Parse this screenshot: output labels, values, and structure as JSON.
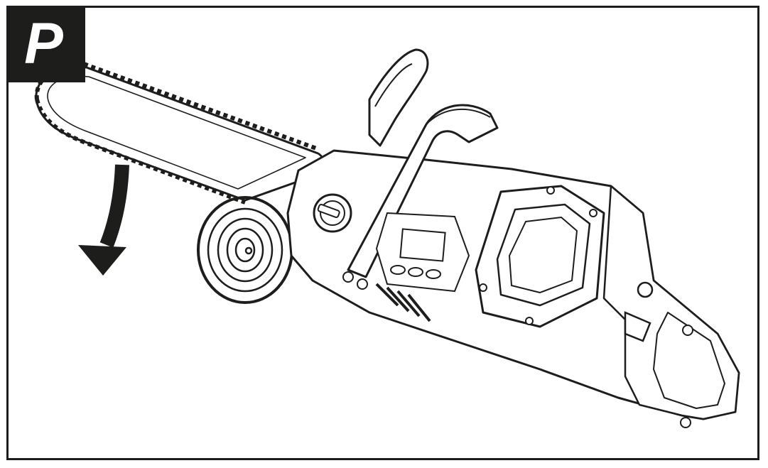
{
  "panel": {
    "label": "P",
    "colors": {
      "ink": "#1d1d1b",
      "paper": "#ffffff"
    }
  },
  "illustration": {
    "subject": "chainsaw-cutting-log",
    "arrow_direction": "down"
  }
}
